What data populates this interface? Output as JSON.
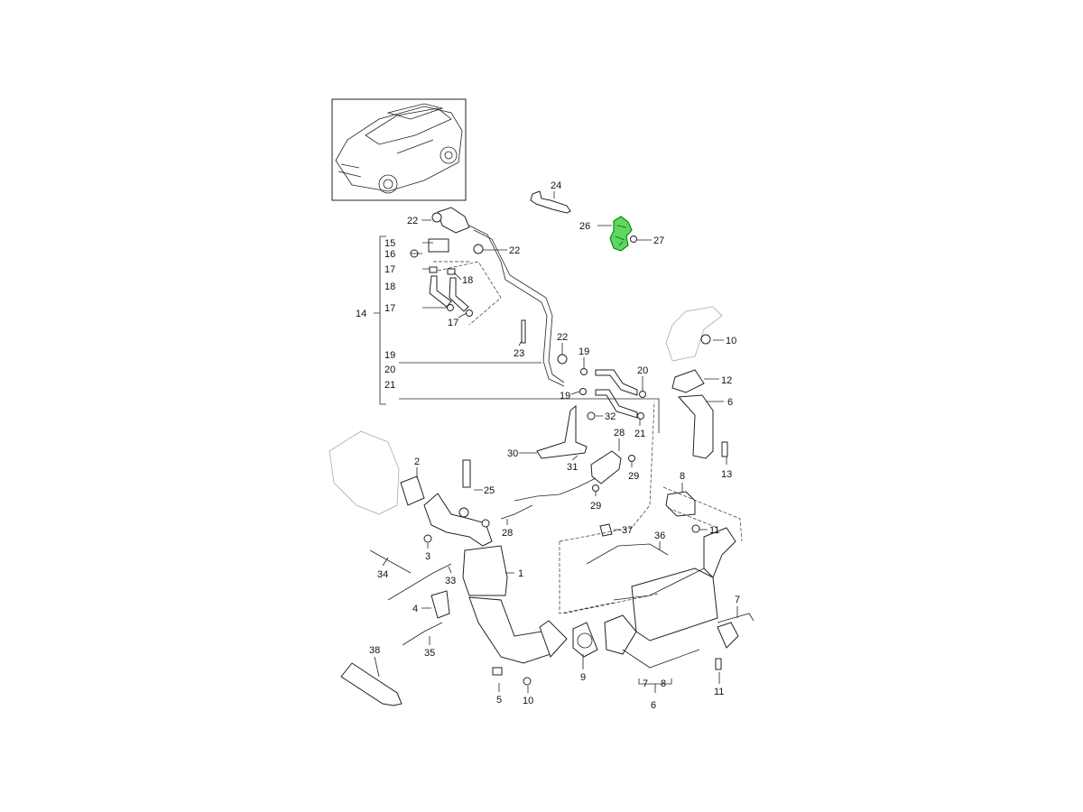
{
  "diagram": {
    "title": "Exhaust system parts diagram",
    "highlight_color": "#2db82d",
    "highlighted_part": "26",
    "callouts": [
      "24",
      "26",
      "27",
      "22",
      "22",
      "22",
      "15",
      "16",
      "17",
      "18",
      "18",
      "17",
      "17",
      "14",
      "23",
      "19",
      "20",
      "21",
      "19",
      "20",
      "19",
      "21",
      "32",
      "10",
      "12",
      "6",
      "13",
      "30",
      "28",
      "31",
      "29",
      "29",
      "2",
      "25",
      "28",
      "3",
      "8",
      "11",
      "37",
      "36",
      "34",
      "33",
      "1",
      "4",
      "35",
      "7",
      "9",
      "7",
      "8",
      "6",
      "11",
      "38",
      "5",
      "10"
    ]
  }
}
